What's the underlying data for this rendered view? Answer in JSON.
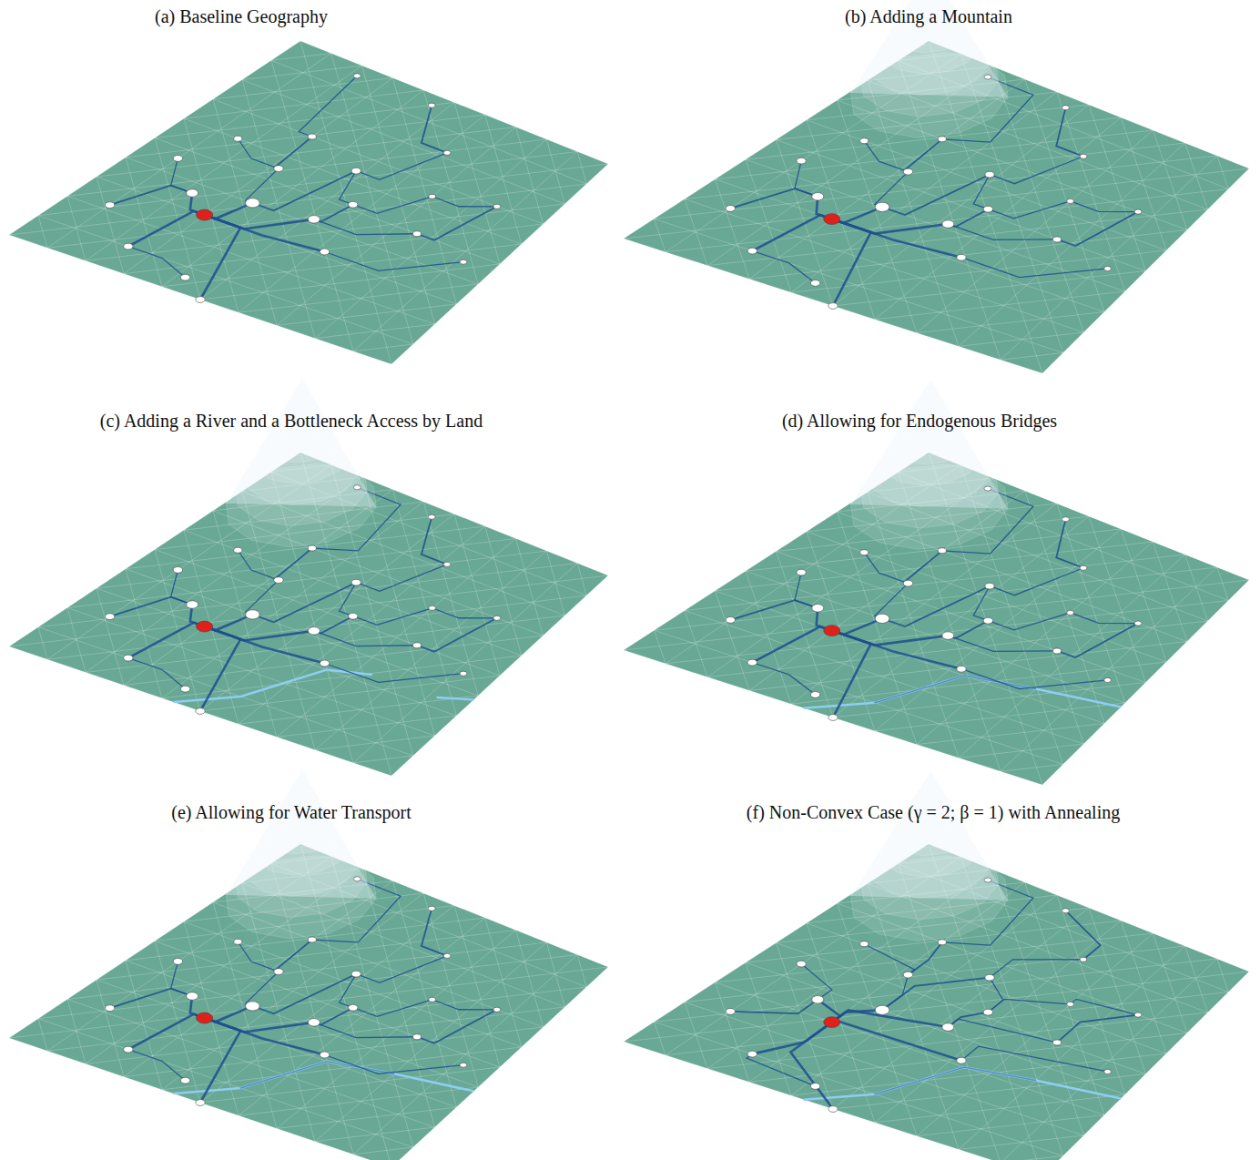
{
  "diagram": {
    "labels": [
      "(a) Baseline Geography",
      "(b) Adding a Mountain",
      "(c) Adding a River and a Bottleneck Access by Land",
      "(d) Allowing for Endogenous Bridges",
      "(e) Allowing for Water Transport",
      "(f) Non-Convex Case (γ = 2; β = 1) with Annealing"
    ]
  }
}
